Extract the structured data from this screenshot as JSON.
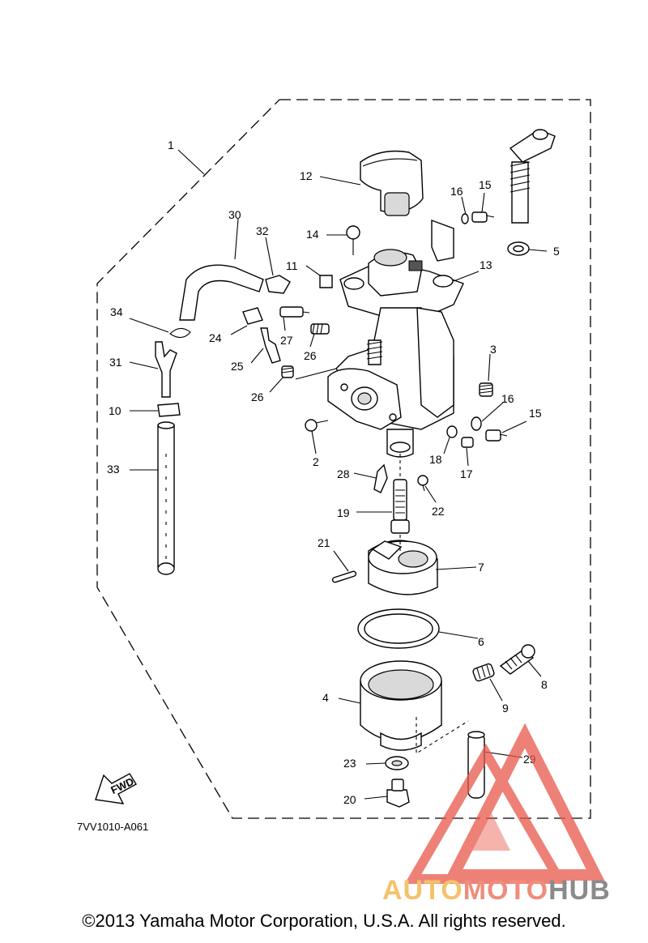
{
  "diagram": {
    "code": "7VV1010-A061",
    "fwd_label": "FWD",
    "copyright": "©2013 Yamaha Motor Corporation, U.S.A. All rights reserved.",
    "watermark": {
      "part1": "AUTO",
      "part2": "MOTO",
      "part3": "HUB"
    },
    "colors": {
      "watermark_red": "#e8584a",
      "watermark_yellow": "#f5c26b",
      "watermark_gray": "#8a8a8a"
    },
    "callouts": [
      "1",
      "2",
      "3",
      "4",
      "5",
      "6",
      "7",
      "8",
      "9",
      "10",
      "11",
      "12",
      "13",
      "14",
      "15",
      "15",
      "16",
      "16",
      "17",
      "18",
      "19",
      "20",
      "21",
      "22",
      "23",
      "24",
      "25",
      "26",
      "26",
      "27",
      "28",
      "29",
      "30",
      "31",
      "32",
      "33",
      "34"
    ]
  }
}
